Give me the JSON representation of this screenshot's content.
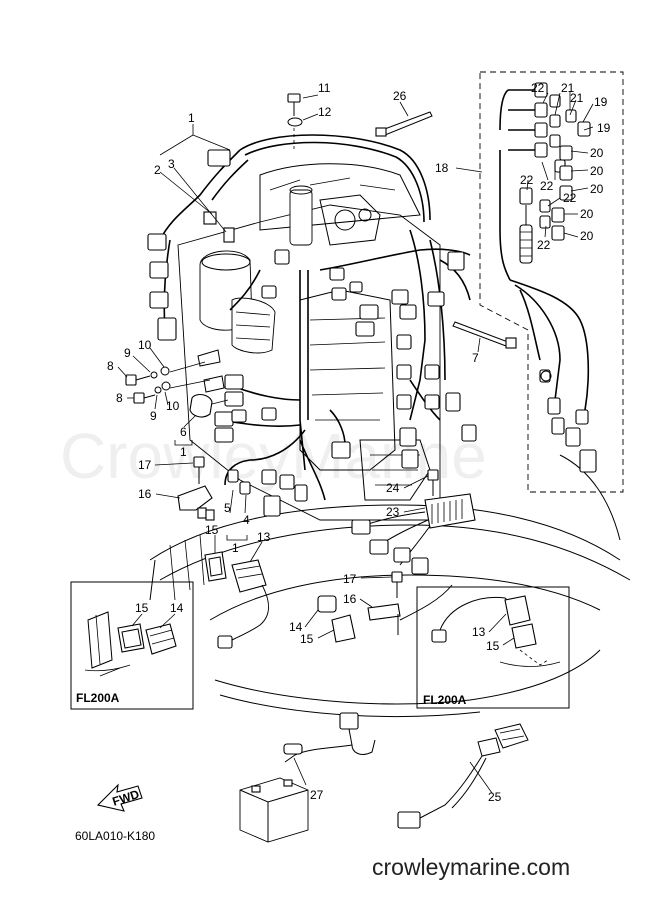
{
  "callouts": {
    "n1": "1",
    "n2": "2",
    "n3": "3",
    "n4": "4",
    "n5": "5",
    "n6": "6",
    "n7": "7",
    "n8": "8",
    "n9": "9",
    "n10": "10",
    "n11": "11",
    "n12": "12",
    "n13": "13",
    "n14": "14",
    "n15": "15",
    "n16": "16",
    "n17": "17",
    "n18": "18",
    "n19": "19",
    "n20": "20",
    "n21": "21",
    "n22": "22",
    "n23": "23",
    "n24": "24",
    "n25": "25",
    "n26": "26",
    "n27": "27"
  },
  "insets": {
    "left_model": "FL200A",
    "right_model": "FL200A"
  },
  "arrow_text": "FWD",
  "diagram_code": "60LA010-K180",
  "watermark": "CrowleyMarine",
  "site_url": "crowleymarine.com"
}
